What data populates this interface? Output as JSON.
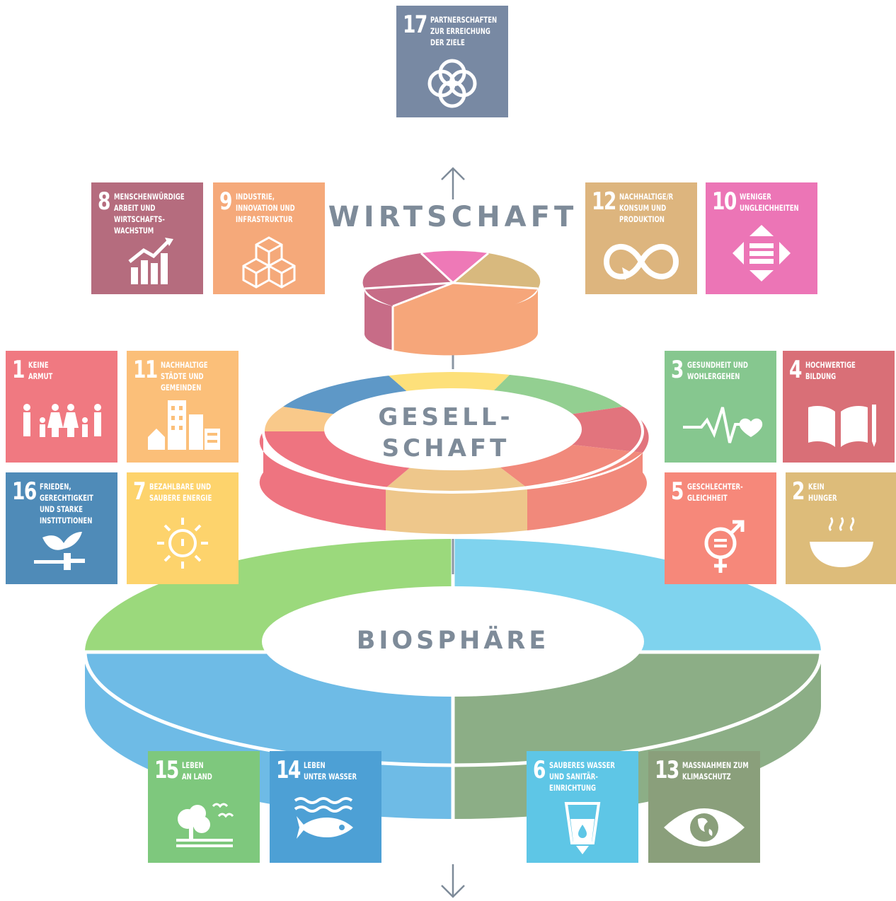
{
  "layers": {
    "economy": "WIRTSCHAFT",
    "society": "GESELL-\nSCHAFT",
    "biosphere": "BIOSPHÄRE"
  },
  "goals": [
    {
      "id": "g17",
      "num": "17",
      "label": "Partnerschaften\nzur Erreichung\nder Ziele",
      "color": "#7889a3",
      "icon": "interlinked-rings-icon"
    },
    {
      "id": "g8",
      "num": "8",
      "label": "Menschenwürdige\nArbeit und\nWirtschafts-\nwachstum",
      "color": "#b56c7e",
      "icon": "growth-chart-icon"
    },
    {
      "id": "g9",
      "num": "9",
      "label": "Industrie,\nInnovation und\nInfrastruktur",
      "color": "#f5a97a",
      "icon": "stacked-cubes-icon"
    },
    {
      "id": "g12",
      "num": "12",
      "label": "Nachhaltige/r\nKonsum und\nProduktion",
      "color": "#ddb57e",
      "icon": "infinity-loop-icon"
    },
    {
      "id": "g10",
      "num": "10",
      "label": "Weniger\nUngleichheiten",
      "color": "#ec75b6",
      "icon": "equality-arrows-icon"
    },
    {
      "id": "g1",
      "num": "1",
      "label": "Keine\nArmut",
      "color": "#f07981",
      "icon": "family-icon"
    },
    {
      "id": "g11",
      "num": "11",
      "label": "Nachhaltige\nStädte und\nGemeinden",
      "color": "#fbbf79",
      "icon": "city-buildings-icon"
    },
    {
      "id": "g3",
      "num": "3",
      "label": "Gesundheit und\nWohlergehen",
      "color": "#86c78f",
      "icon": "heartbeat-icon"
    },
    {
      "id": "g4",
      "num": "4",
      "label": "Hochwertige\nBildung",
      "color": "#d96f77",
      "icon": "book-pen-icon"
    },
    {
      "id": "g16",
      "num": "16",
      "label": "Frieden,\nGerechtigkeit\nund starke\nInstitutionen",
      "color": "#4f8bb8",
      "icon": "dove-gavel-icon"
    },
    {
      "id": "g7",
      "num": "7",
      "label": "Bezahlbare und\nsaubere Energie",
      "color": "#fdd36c",
      "icon": "sun-power-icon"
    },
    {
      "id": "g5",
      "num": "5",
      "label": "Geschlechter-\ngleichheit",
      "color": "#f6887a",
      "icon": "gender-equality-icon"
    },
    {
      "id": "g2",
      "num": "2",
      "label": "Kein\nHunger",
      "color": "#ddbc7a",
      "icon": "steaming-bowl-icon"
    },
    {
      "id": "g15",
      "num": "15",
      "label": "Leben\nan Land",
      "color": "#7ec87d",
      "icon": "tree-birds-icon"
    },
    {
      "id": "g14",
      "num": "14",
      "label": "Leben\nunter Wasser",
      "color": "#4da0d5",
      "icon": "fish-waves-icon"
    },
    {
      "id": "g6",
      "num": "6",
      "label": "Sauberes Wasser\nund Sanitär-\neinrichtung",
      "color": "#5ec6e6",
      "icon": "water-glass-icon"
    },
    {
      "id": "g13",
      "num": "13",
      "label": "Maßnahmen zum\nKlimaschutz",
      "color": "#8a9f7b",
      "icon": "earth-eye-icon"
    }
  ],
  "colors": {
    "biosphere": [
      "#9bd97c",
      "#7fd3ee",
      "#8cae86",
      "#6ebbe6"
    ],
    "society": [
      "#f9c98a",
      "#5e98c7",
      "#fde07a",
      "#93cf91",
      "#e2747d",
      "#f1897b",
      "#eec78b",
      "#ee7480"
    ],
    "economy": [
      "#c76c87",
      "#ee79b7",
      "#d8b97e",
      "#f6a67a"
    ],
    "arrow": "#7e8b99"
  }
}
